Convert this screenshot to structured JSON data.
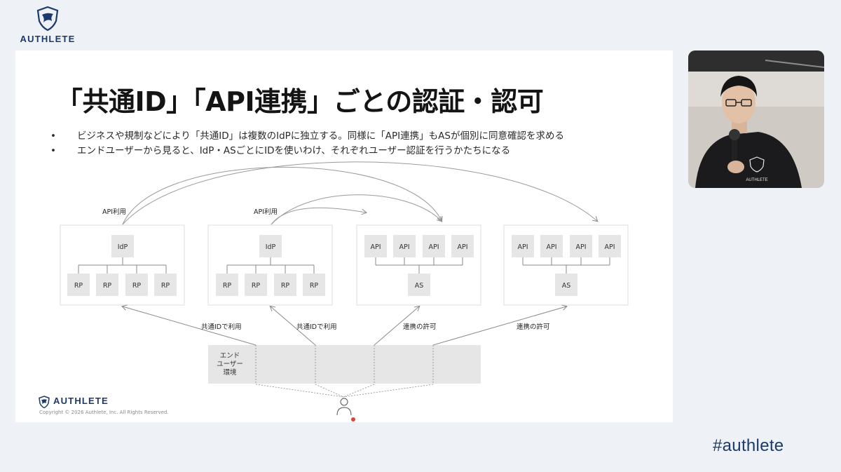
{
  "brand": {
    "name": "AUTHLETE",
    "hashtag": "#authlete"
  },
  "slide": {
    "title": "「共通ID」「API連携」ごとの認証・認可",
    "bullets": [
      "ビジネスや規制などにより「共通ID」は複数のIdPに独立する。同様に「API連携」もASが個別に同意確認を求める",
      "エンドユーザーから見ると、IdP・ASごとにIDを使いわけ、それぞれユーザー認証を行うかたちになる"
    ],
    "bullet_marker": "•",
    "footer": {
      "logo_name": "AUTHLETE",
      "copyright": "Copyright © 2026 Authlete, Inc. All Rights Reserved."
    }
  },
  "diagram": {
    "api_use_label": "API利用",
    "idp_label": "IdP",
    "rp_label": "RP",
    "api_label": "API",
    "as_label": "AS",
    "end_user_env": [
      "エンド",
      "ユーザー",
      "環境"
    ],
    "arrow_labels": [
      "共通IDで利用",
      "共通IDで利用",
      "連携の許可",
      "連携の許可"
    ]
  },
  "video": {
    "badge_text": "AUTHLETE"
  },
  "colors": {
    "brand_navy": "#1c3a6b",
    "box_fill": "#e6e6e6",
    "line": "#8a8a8a"
  }
}
